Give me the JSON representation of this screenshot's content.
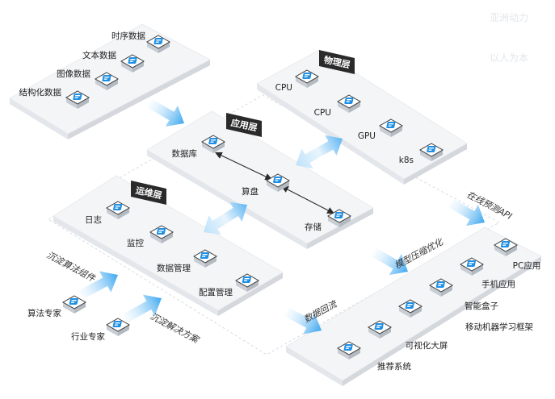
{
  "watermark": {
    "line1": "亚洲动力",
    "line2": "以人为本"
  },
  "colors": {
    "accent": "#1f8fe3",
    "tag": "#2a2a2a",
    "arrow": "#3aa6f0",
    "platform_top": "#f3f4f6",
    "platform_side": "#dfe2e6"
  },
  "data_sources": {
    "items": [
      {
        "label": "时序数据",
        "icon": "share-icon"
      },
      {
        "label": "文本数据",
        "icon": "document-icon"
      },
      {
        "label": "图像数据",
        "icon": "image-icon"
      },
      {
        "label": "结构化数据",
        "icon": "structure-icon"
      }
    ]
  },
  "physical_layer": {
    "tag": "物理层",
    "items": [
      {
        "label": "CPU",
        "icon": "chip-icon"
      },
      {
        "label": "CPU",
        "icon": "chip-icon"
      },
      {
        "label": "GPU",
        "icon": "gpu-icon"
      },
      {
        "label": "k8s",
        "icon": "cluster-icon"
      }
    ]
  },
  "application_layer": {
    "tag": "应用层",
    "items": [
      {
        "label": "数据库",
        "icon": "database-icon"
      },
      {
        "label": "算盘",
        "icon": "compute-icon"
      },
      {
        "label": "存储",
        "icon": "storage-icon"
      }
    ]
  },
  "ops_layer": {
    "tag": "运维层",
    "items": [
      {
        "label": "日志",
        "icon": "log-icon"
      },
      {
        "label": "监控",
        "icon": "monitor-icon"
      },
      {
        "label": "数据管理",
        "icon": "data-manage-icon"
      },
      {
        "label": "配置管理",
        "icon": "config-icon"
      }
    ]
  },
  "experts": {
    "items": [
      {
        "label": "算法专家",
        "icon": "algorithm-expert-icon"
      },
      {
        "label": "行业专家",
        "icon": "industry-expert-icon"
      }
    ],
    "arrow_algorithm": "沉淀算法组件",
    "arrow_solution": "沉淀解决方案"
  },
  "deployment": {
    "arrow_online": "在线预测API",
    "arrow_compress": "模型压缩优化",
    "arrow_feedback": "数据回流",
    "items": [
      {
        "label": "PC应用",
        "icon": "pc-icon"
      },
      {
        "label": "手机应用",
        "icon": "phone-icon"
      },
      {
        "label": "智能盒子",
        "icon": "box-icon"
      },
      {
        "label": "移动机器学习框架",
        "icon": "ml-framework-icon"
      },
      {
        "label": "可视化大屏",
        "icon": "dashboard-icon"
      },
      {
        "label": "推荐系统",
        "icon": "recommend-icon"
      }
    ]
  }
}
